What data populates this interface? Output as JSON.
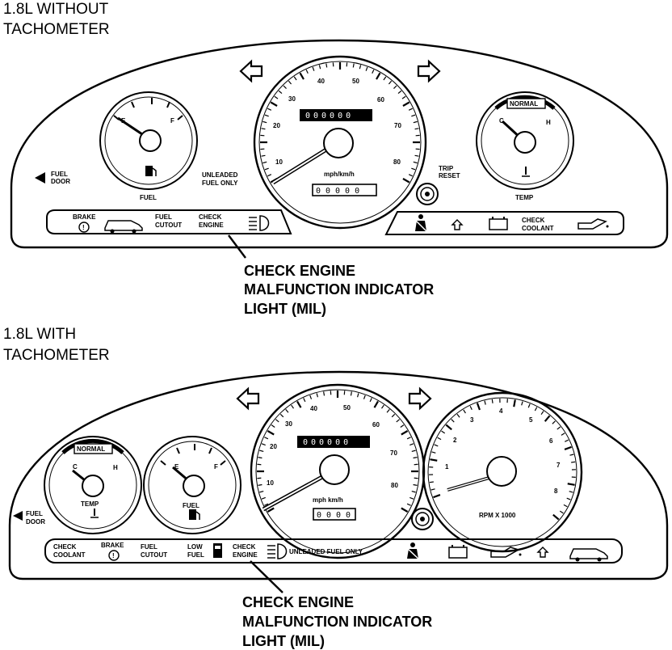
{
  "top": {
    "title_line1": "1.8L WITHOUT",
    "title_line2": "TACHOMETER",
    "fuel_gauge": {
      "empty": "E",
      "full": "F",
      "label": "FUEL"
    },
    "temp_gauge": {
      "band": "NORMAL",
      "cold": "C",
      "hot": "H",
      "label": "TEMP"
    },
    "speedo": {
      "ticks": [
        "10",
        "20",
        "30",
        "40",
        "50",
        "60",
        "70",
        "80"
      ],
      "unit": "mph/km/h",
      "odometer": "000000",
      "trip": "00000"
    },
    "fuel_door": [
      "FUEL",
      "DOOR"
    ],
    "unleaded": [
      "UNLEADED",
      "FUEL ONLY"
    ],
    "trip_reset": [
      "TRIP",
      "RESET"
    ],
    "strip_left": {
      "brake": "BRAKE",
      "fuel_cutout": [
        "FUEL",
        "CUTOUT"
      ],
      "check_engine": [
        "CHECK",
        "ENGINE"
      ]
    },
    "strip_right": {
      "check_coolant": [
        "CHECK",
        "COOLANT"
      ]
    },
    "callout": [
      "CHECK ENGINE",
      "MALFUNCTION INDICATOR",
      "LIGHT (MIL)"
    ]
  },
  "bottom": {
    "title_line1": "1.8L WITH",
    "title_line2": "TACHOMETER",
    "temp_gauge": {
      "band": "NORMAL",
      "cold": "C",
      "hot": "H",
      "label": "TEMP"
    },
    "fuel_gauge": {
      "empty": "E",
      "full": "F",
      "label": "FUEL"
    },
    "speedo": {
      "ticks": [
        "10",
        "20",
        "30",
        "40",
        "50",
        "60",
        "70",
        "80"
      ],
      "unit": "mph  km/h",
      "odometer": "000000",
      "trip": "0000"
    },
    "tacho": {
      "ticks": [
        "1",
        "2",
        "3",
        "4",
        "5",
        "6",
        "7",
        "8"
      ],
      "unit": "RPM X 1000"
    },
    "fuel_door": [
      "FUEL",
      "DOOR"
    ],
    "strip": {
      "check_coolant": [
        "CHECK",
        "COOLANT"
      ],
      "brake": "BRAKE",
      "fuel_cutout": [
        "FUEL",
        "CUTOUT"
      ],
      "low_fuel": [
        "LOW",
        "FUEL"
      ],
      "check_engine": [
        "CHECK",
        "ENGINE"
      ],
      "unleaded": "UNLEADED FUEL ONLY"
    },
    "callout": [
      "CHECK ENGINE",
      "MALFUNCTION INDICATOR",
      "LIGHT (MIL)"
    ]
  }
}
